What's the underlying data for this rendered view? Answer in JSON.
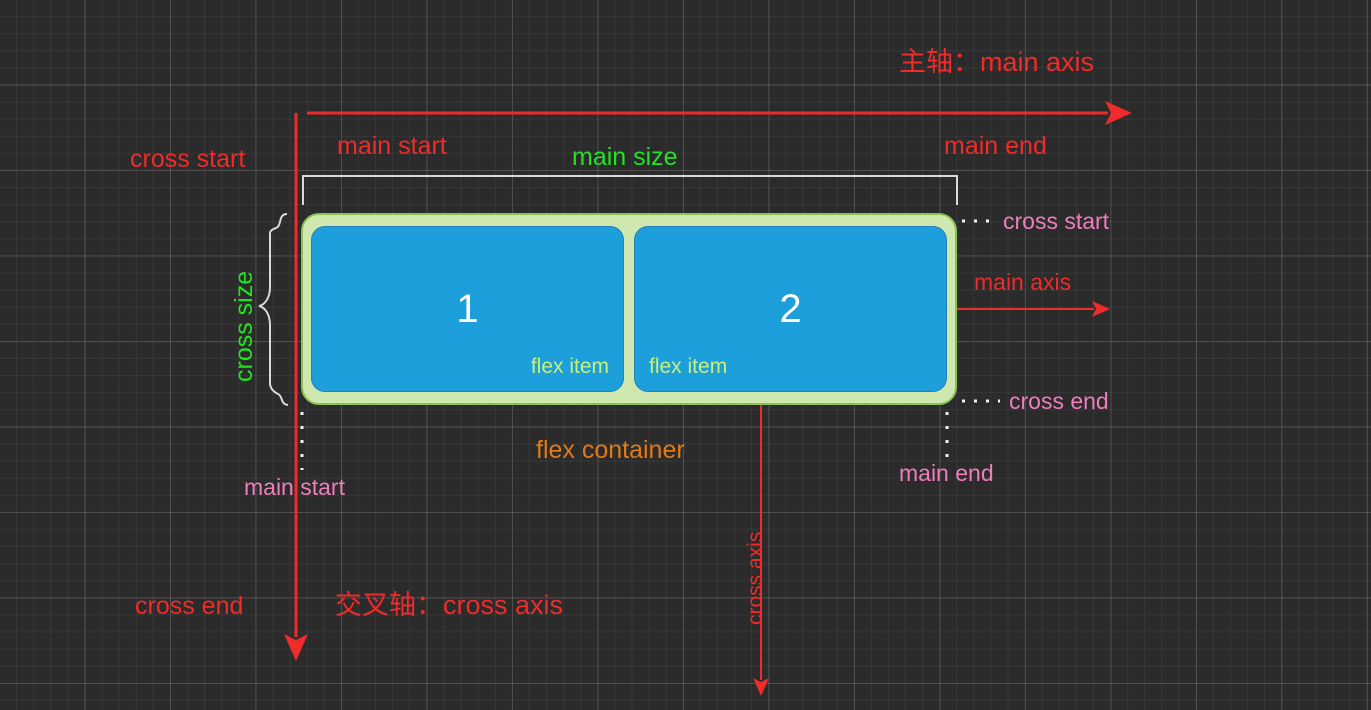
{
  "diagram": {
    "title_main_axis": "主轴：main axis",
    "title_cross_axis": "交叉轴：cross axis",
    "labels": {
      "main_start_top": "main start",
      "main_end_top": "main end",
      "main_size": "main size",
      "cross_start_left": "cross start",
      "cross_end_left": "cross end",
      "cross_size": "cross size",
      "cross_start_right": "cross start",
      "cross_end_right": "cross end",
      "main_axis_right": "main axis",
      "main_start_bottom": "main start",
      "main_end_bottom": "main end",
      "cross_axis_vertical": "cross axis",
      "flex_container": "flex container"
    },
    "container": {
      "items": [
        {
          "number": "1",
          "tag": "flex item"
        },
        {
          "number": "2",
          "tag": "flex item"
        }
      ]
    },
    "colors": {
      "axis_red": "#ef2b2b",
      "label_pink": "#ee7ebb",
      "size_green": "#22e222",
      "container_label_orange": "#e07b18",
      "item_tag_green": "#c6f07a",
      "item_blue": "#1d9fdc",
      "container_green": "#cfe8b0",
      "container_border_green": "#8cc152",
      "background": "#2b2b2b",
      "bracket_white": "#ffffff"
    }
  }
}
